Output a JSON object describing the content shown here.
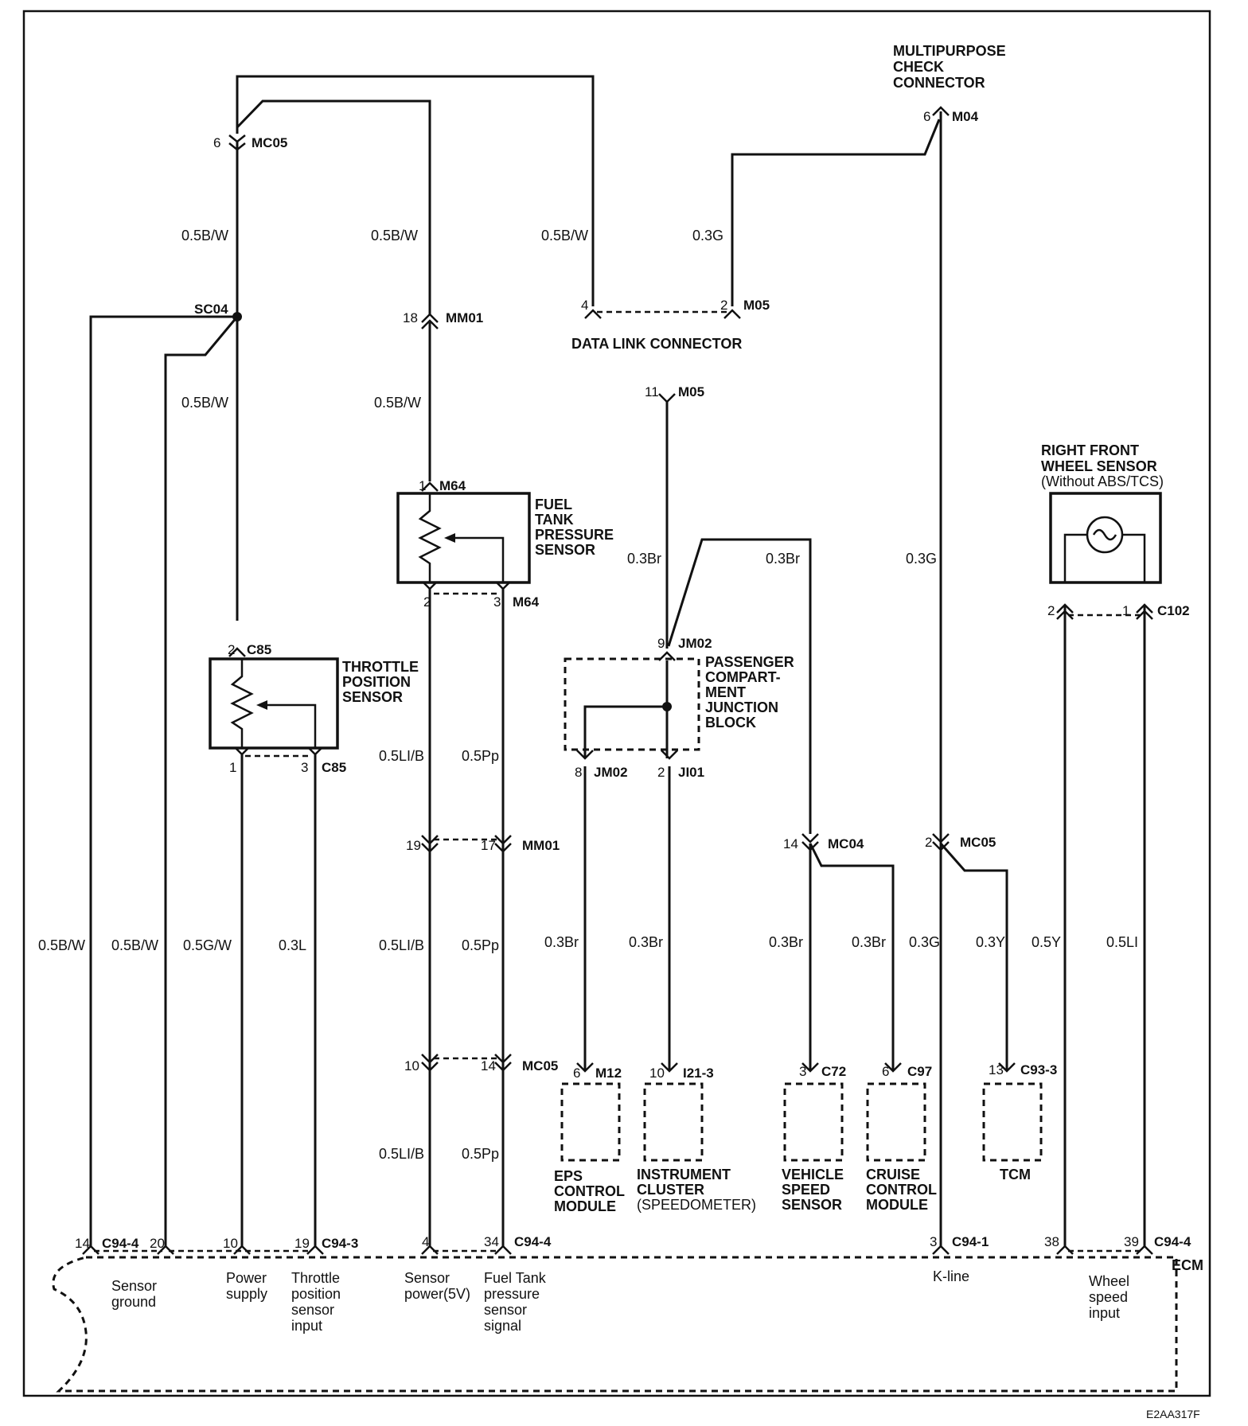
{
  "components": {
    "multipurpose_check_connector": [
      "MULTIPURPOSE",
      "CHECK",
      "CONNECTOR"
    ],
    "data_link_connector": "DATA LINK CONNECTOR",
    "right_front_wheel_sensor": [
      "RIGHT FRONT",
      "WHEEL SENSOR",
      "(Without ABS/TCS)"
    ],
    "fuel_tank_pressure_sensor": [
      "FUEL",
      "TANK",
      "PRESSURE",
      "SENSOR"
    ],
    "throttle_position_sensor": [
      "THROTTLE",
      "POSITION",
      "SENSOR"
    ],
    "passenger_junction_block": [
      "PASSENGER",
      "COMPART-",
      "MENT",
      "JUNCTION",
      "BLOCK"
    ],
    "eps_control_module": [
      "EPS",
      "CONTROL",
      "MODULE"
    ],
    "instrument_cluster": [
      "INSTRUMENT",
      "CLUSTER",
      "(SPEEDOMETER)"
    ],
    "vehicle_speed_sensor": [
      "VEHICLE",
      "SPEED",
      "SENSOR"
    ],
    "cruise_control_module": [
      "CRUISE",
      "CONTROL",
      "MODULE"
    ],
    "tcm": "TCM",
    "ecm": "ECM"
  },
  "connectors": {
    "mc05": "MC05",
    "mc05_b": "MC05",
    "mc05_c": "MC05",
    "mc05_d": "MC05",
    "m04": "M04",
    "m05": "M05",
    "m05_b": "M05",
    "sc04": "SC04",
    "mm01": "MM01",
    "mm01_b": "MM01",
    "m64": "M64",
    "m64_b": "M64",
    "c85": "C85",
    "c85_b": "C85",
    "jm02": "JM02",
    "jm02_b": "JM02",
    "ji01": "JI01",
    "mc04": "MC04",
    "c102": "C102",
    "m12": "M12",
    "i21_3": "I21-3",
    "c72": "C72",
    "c97": "C97",
    "c93_3": "C93-3",
    "c94_4": "C94-4",
    "c94_3": "C94-3",
    "c94_4_b": "C94-4",
    "c94_1": "C94-1",
    "c94_4_c": "C94-4"
  },
  "pins": {
    "mc05_top": "6",
    "m04": "6",
    "dlc_4": "4",
    "dlc_2": "2",
    "mm01_top": "18",
    "m05_bot": "11",
    "m64_1": "1",
    "m64_2": "2",
    "m64_3": "3",
    "c102_2": "2",
    "c102_1": "1",
    "c85_2": "2",
    "c85_1": "1",
    "c85_3": "3",
    "jm02_9": "9",
    "jm02_8": "8",
    "ji01_2": "2",
    "mm01_19": "19",
    "mm01_17": "17",
    "mc04_14": "14",
    "mc05_2": "2",
    "mc05_10": "10",
    "mc05_14": "14",
    "m12_6": "6",
    "i21_10": "10",
    "c72_3": "3",
    "c97_6": "6",
    "c93_13": "13",
    "ecm_14": "14",
    "ecm_20": "20",
    "ecm_10": "10",
    "ecm_19": "19",
    "ecm_4": "4",
    "ecm_34": "34",
    "ecm_3": "3",
    "ecm_38": "38",
    "ecm_39": "39"
  },
  "wires": {
    "w_05bw_1": "0.5B/W",
    "w_05bw_2": "0.5B/W",
    "w_05bw_3": "0.5B/W",
    "w_03g_1": "0.3G",
    "w_05bw_4": "0.5B/W",
    "w_05bw_5": "0.5B/W",
    "w_03br_1": "0.3Br",
    "w_03br_2": "0.3Br",
    "w_03g_2": "0.3G",
    "w_05lib_1": "0.5LI/B",
    "w_05pp_1": "0.5Pp",
    "w_05bw_6": "0.5B/W",
    "w_05bw_7": "0.5B/W",
    "w_05gw": "0.5G/W",
    "w_03l": "0.3L",
    "w_05lib_2": "0.5LI/B",
    "w_05pp_2": "0.5Pp",
    "w_03br_3": "0.3Br",
    "w_03br_4": "0.3Br",
    "w_03br_5": "0.3Br",
    "w_03br_6": "0.3Br",
    "w_03g_3": "0.3G",
    "w_03y": "0.3Y",
    "w_05y": "0.5Y",
    "w_05li": "0.5LI",
    "w_05lib_3": "0.5LI/B",
    "w_05pp_3": "0.5Pp"
  },
  "ecm_signals": {
    "sensor_ground": [
      "Sensor",
      "ground"
    ],
    "power_supply": [
      "Power",
      "supply"
    ],
    "tps_input": [
      "Throttle",
      "position",
      "sensor",
      "input"
    ],
    "sensor_power": [
      "Sensor",
      "power(5V)"
    ],
    "fuel_tank_signal": [
      "Fuel Tank",
      "pressure",
      "sensor",
      "signal"
    ],
    "k_line": "K-line",
    "wheel_speed_input": [
      "Wheel",
      "speed",
      "input"
    ]
  },
  "figure_id": "E2AA317F"
}
